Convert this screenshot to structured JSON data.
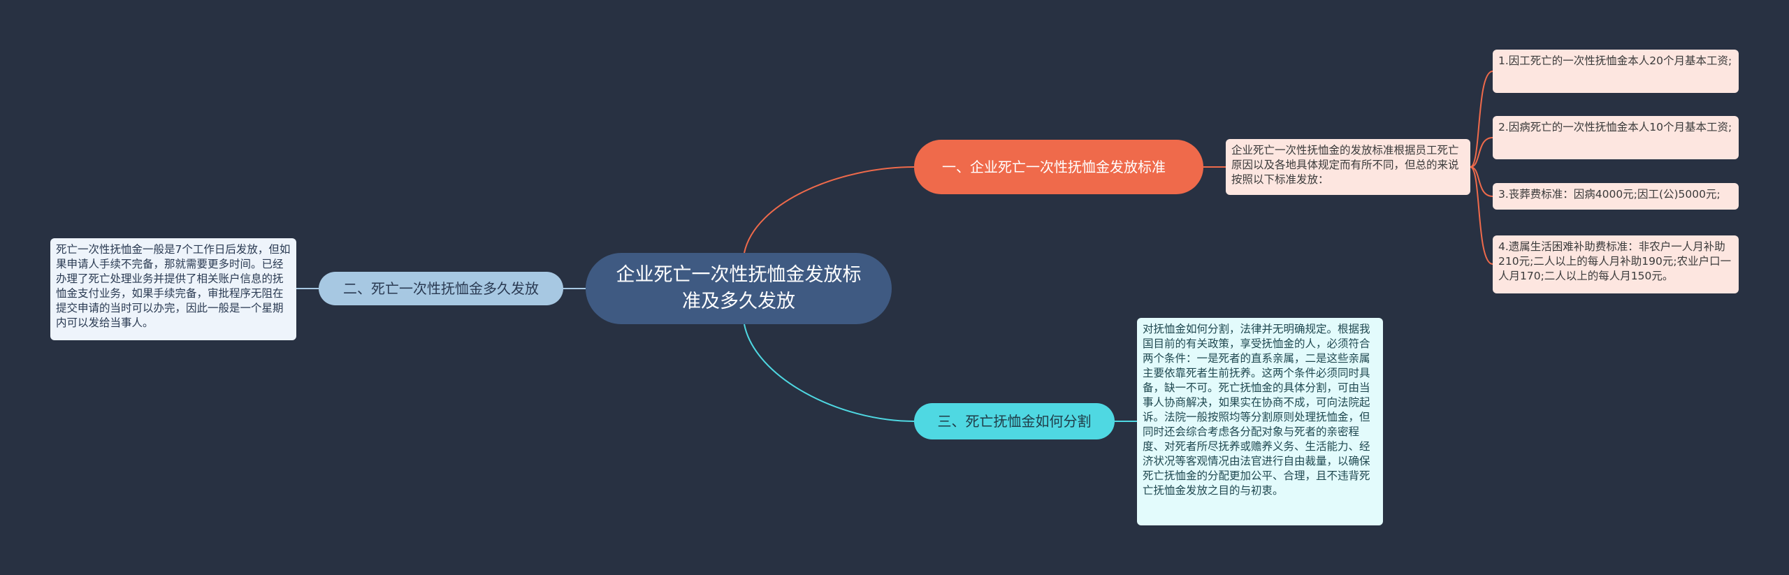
{
  "root": {
    "title": "企业死亡一次性抚恤金发放标准及多久发放"
  },
  "branch1": {
    "title": "一、企业死亡一次性抚恤金发放标准",
    "color": "#ef6a4b",
    "description": "企业死亡一次性抚恤金的发放标准根据员工死亡原因以及各地具体规定而有所不同，但总的来说按照以下标准发放：",
    "items": [
      "1.因工死亡的一次性抚恤金本人20个月基本工资;",
      "2.因病死亡的一次性抚恤金本人10个月基本工资;",
      "3.丧葬费标准：因病4000元;因工(公)5000元;",
      "4.遗属生活困难补助费标准：非农户一人月补助210元;二人以上的每人月补助190元;农业户口一人月170;二人以上的每人月150元。"
    ]
  },
  "branch2": {
    "title": "二、死亡一次性抚恤金多久发放",
    "color": "#a7c8e2",
    "description": "死亡一次性抚恤金一般是7个工作日后发放，但如果申请人手续不完备，那就需要更多时间。已经办理了死亡处理业务并提供了相关账户信息的抚恤金支付业务，如果手续完备，审批程序无阻在提交申请的当时可以办完，因此一般是一个星期内可以发给当事人。"
  },
  "branch3": {
    "title": "三、死亡抚恤金如何分割",
    "color": "#4fd8e2",
    "description": "对抚恤金如何分割，法律并无明确规定。根据我国目前的有关政策，享受抚恤金的人，必须符合两个条件：一是死者的直系亲属，二是这些亲属主要依靠死者生前抚养。这两个条件必须同时具备，缺一不可。死亡抚恤金的具体分割，可由当事人协商解决，如果实在协商不成，可向法院起诉。法院一般按照均等分割原则处理抚恤金，但同时还会综合考虑各分配对象与死者的亲密程度、对死者所尽抚养或赡养义务、生活能力、经济状况等客观情况由法官进行自由裁量，以确保死亡抚恤金的分配更加公平、合理，且不违背死亡抚恤金发放之目的与初衷。"
  }
}
